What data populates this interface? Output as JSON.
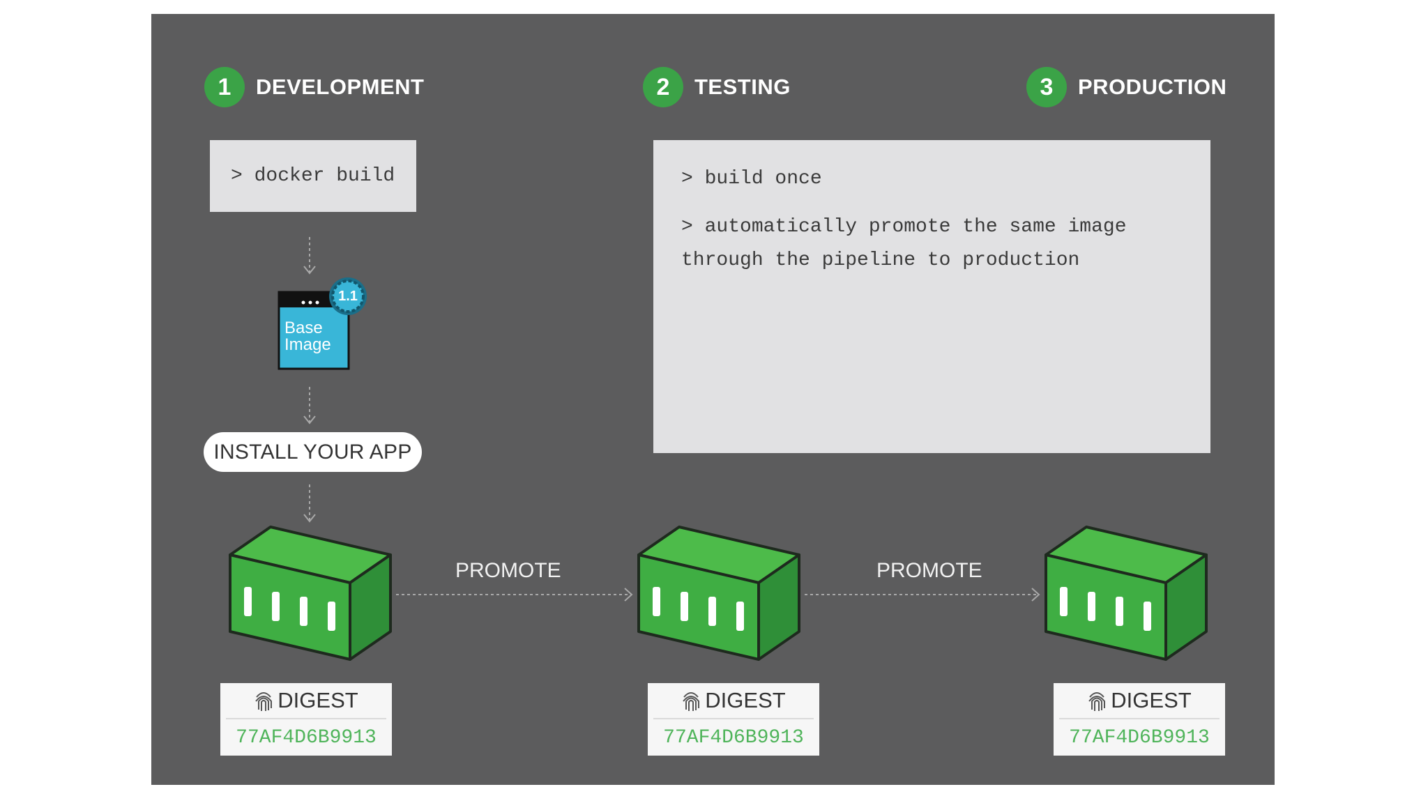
{
  "stages": [
    {
      "number": "1",
      "label": "DEVELOPMENT"
    },
    {
      "number": "2",
      "label": "TESTING"
    },
    {
      "number": "3",
      "label": "PRODUCTION"
    }
  ],
  "development": {
    "command": "> docker build",
    "base_image": {
      "line1": "Base",
      "line2": "Image",
      "version": "1.1"
    },
    "install_label": "INSTALL YOUR  APP"
  },
  "testing": {
    "notes": [
      "> build once",
      "> automatically promote the same image through the pipeline to production"
    ]
  },
  "promote_labels": [
    "PROMOTE",
    "PROMOTE"
  ],
  "digests": [
    {
      "title": "DIGEST",
      "hash": "77AF4D6B9913"
    },
    {
      "title": "DIGEST",
      "hash": "77AF4D6B9913"
    },
    {
      "title": "DIGEST",
      "hash": "77AF4D6B9913"
    }
  ],
  "colors": {
    "panel": "#5c5c5d",
    "accent_green": "#3ba347",
    "container_green": "#4dbb4a",
    "container_dark": "#2f8f38",
    "base_image_blue": "#39b6d8",
    "hash_green": "#4fb45a"
  },
  "icons": [
    "fingerprint-icon",
    "container-icon",
    "base-image-icon",
    "arrow-icon"
  ]
}
